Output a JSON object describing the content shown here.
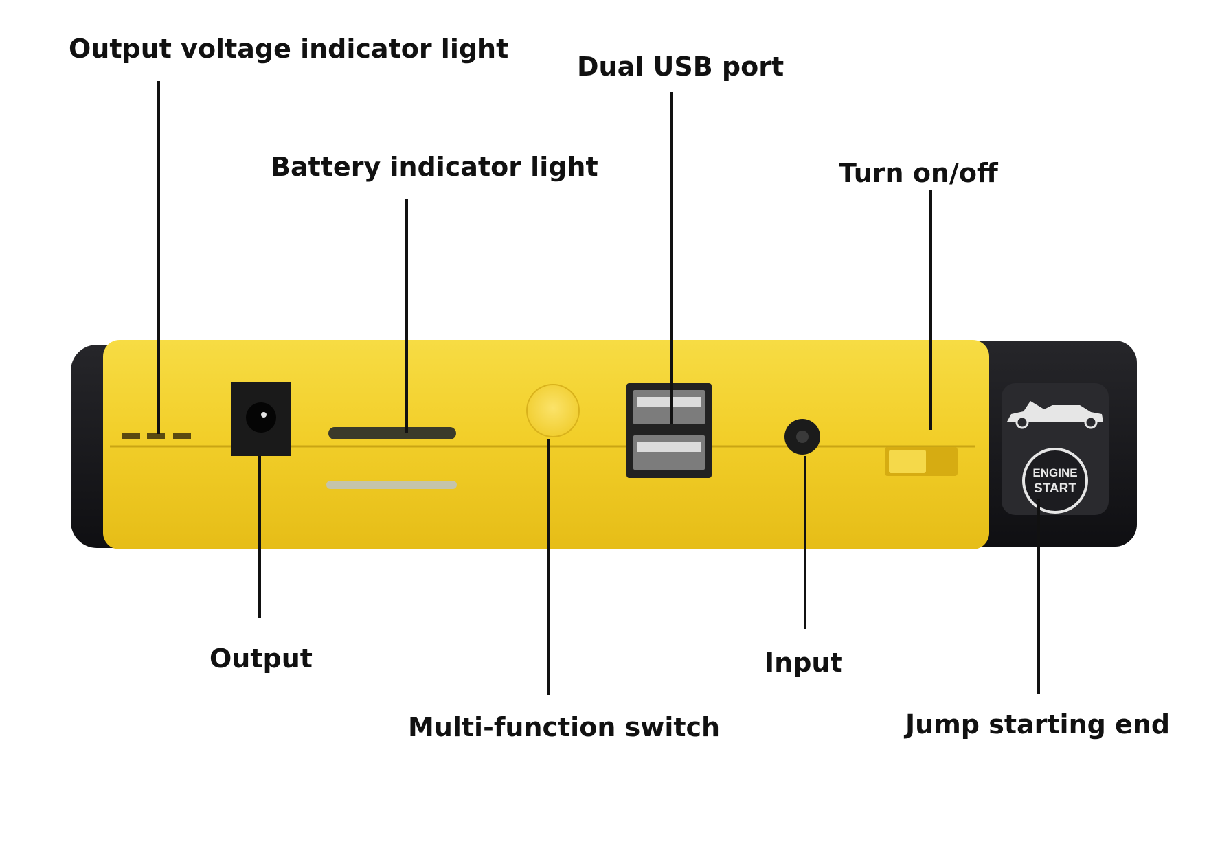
{
  "callouts": {
    "output_voltage_indicator": "Output voltage indicator light",
    "battery_indicator": "Battery indicator light",
    "dual_usb": "Dual USB port",
    "turn_on_off": "Turn on/off",
    "output": "Output",
    "multi_function_switch": "Multi-function switch",
    "input": "Input",
    "jump_starting_end": "Jump starting end"
  },
  "device": {
    "engine_button_line1": "ENGINE",
    "engine_button_line2": "START",
    "body_color": "#f2cf2a",
    "end_cap_color": "#17171a"
  }
}
